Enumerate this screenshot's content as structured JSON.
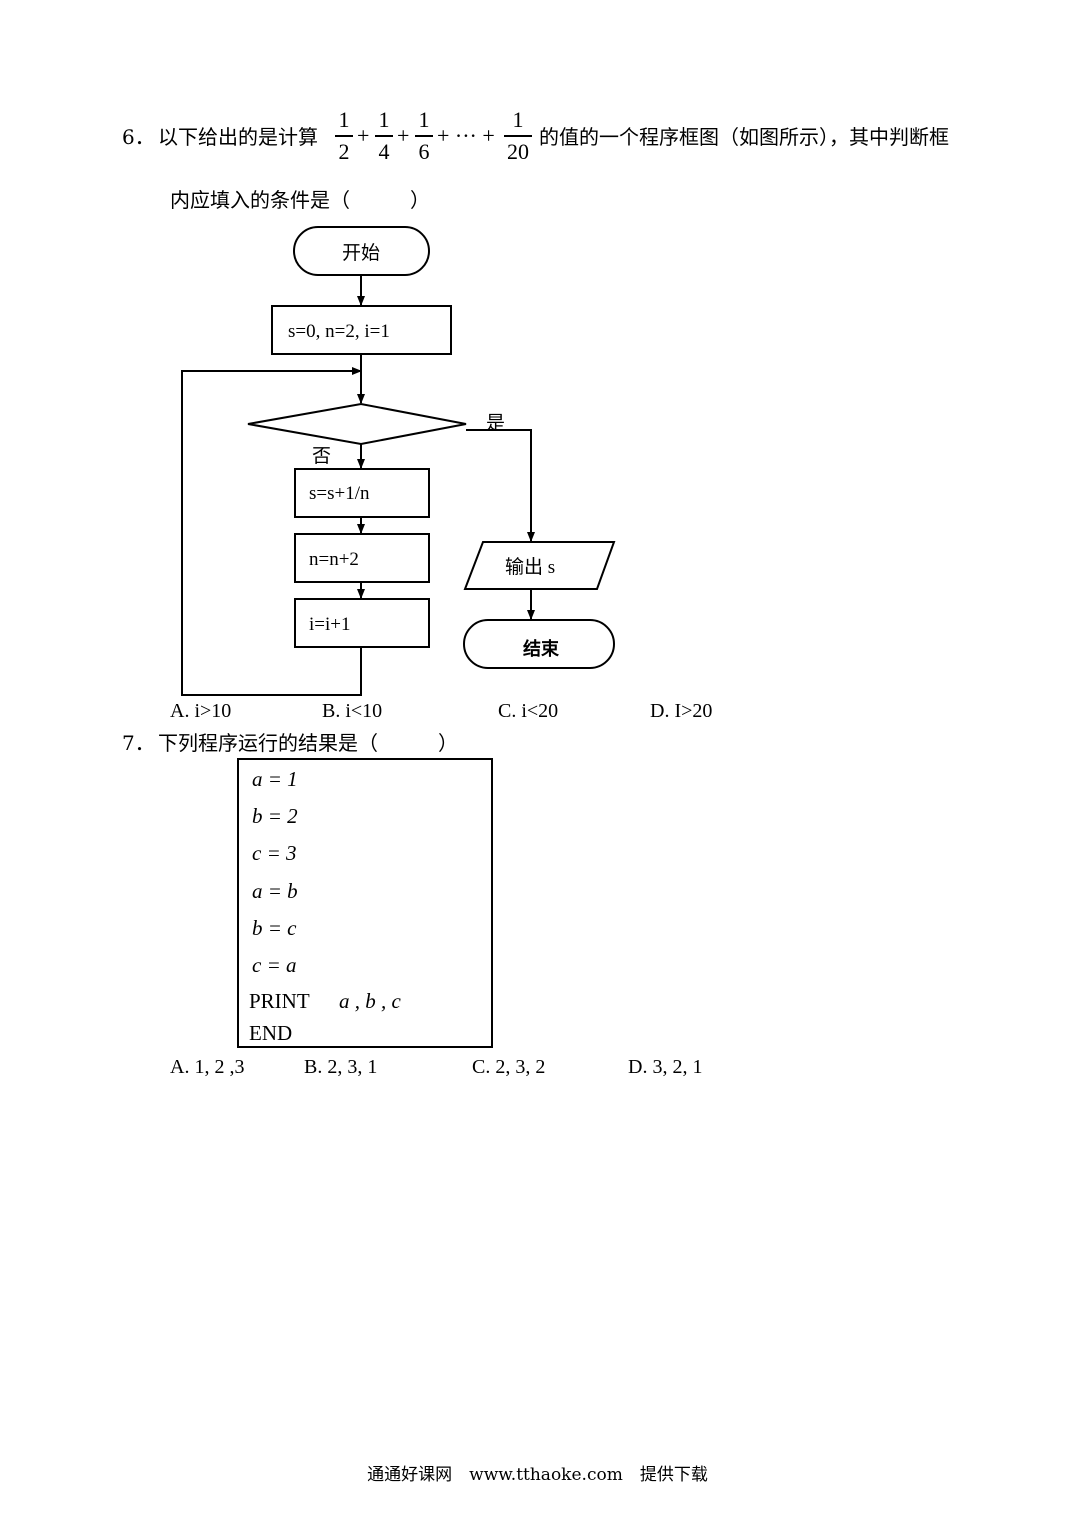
{
  "q6": {
    "number": "6．",
    "prefix": "以下给出的是计算",
    "fractions": [
      {
        "num": "1",
        "den": "2"
      },
      {
        "num": "1",
        "den": "4"
      },
      {
        "num": "1",
        "den": "6"
      },
      {
        "num": "1",
        "den": "20"
      }
    ],
    "plus": "+",
    "dots": "+ ··· +",
    "suffix": "的值的一个程序框图（如图所示），其中判断框",
    "line2": "内应填入的条件是（　　　）",
    "flowchart": {
      "start": "开始",
      "init": "s=0, n=2, i=1",
      "yes": "是",
      "no": "否",
      "step1": "s=s+1/n",
      "step2": "n=n+2",
      "step3": "i=i+1",
      "output": "输出 s",
      "end": "结束"
    },
    "options": [
      "A. i>10",
      "B. i<10",
      "C. i<20",
      "D. I>20"
    ]
  },
  "q7": {
    "number": "7．",
    "text": "下列程序运行的结果是（　　　）",
    "code": [
      "a = 1",
      "b = 2",
      "c = 3",
      "a = b",
      "b = c",
      "c = a"
    ],
    "print_kw": "PRINT",
    "print_args": "a , b , c",
    "end_kw": "END",
    "options": [
      "A. 1, 2 ,3",
      "B. 2, 3, 1",
      "C. 2, 3, 2",
      "D. 3, 2, 1"
    ]
  },
  "footer": "通通好课网　www.tthaoke.com　提供下载"
}
